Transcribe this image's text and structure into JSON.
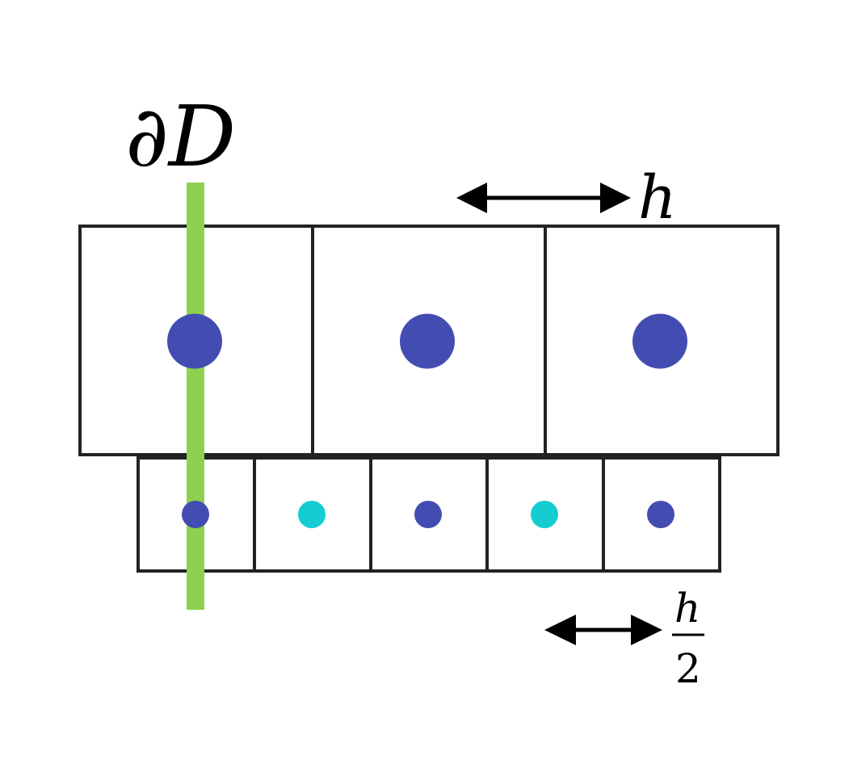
{
  "labels": {
    "boundary": "∂D",
    "coarse_spacing": "h",
    "fine_spacing_num": "h",
    "fine_spacing_den": "2"
  },
  "colors": {
    "boundary_line": "#8fd14f",
    "node_primary": "#434db1",
    "node_secondary": "#14cdd1",
    "cell_stroke": "#222222",
    "arrow": "#000000"
  },
  "grid": {
    "coarse_cells": [
      {
        "node": "primary"
      },
      {
        "node": "primary"
      },
      {
        "node": "primary"
      }
    ],
    "fine_cells": [
      {
        "node": "primary"
      },
      {
        "node": "secondary"
      },
      {
        "node": "primary"
      },
      {
        "node": "secondary"
      },
      {
        "node": "primary"
      }
    ]
  }
}
